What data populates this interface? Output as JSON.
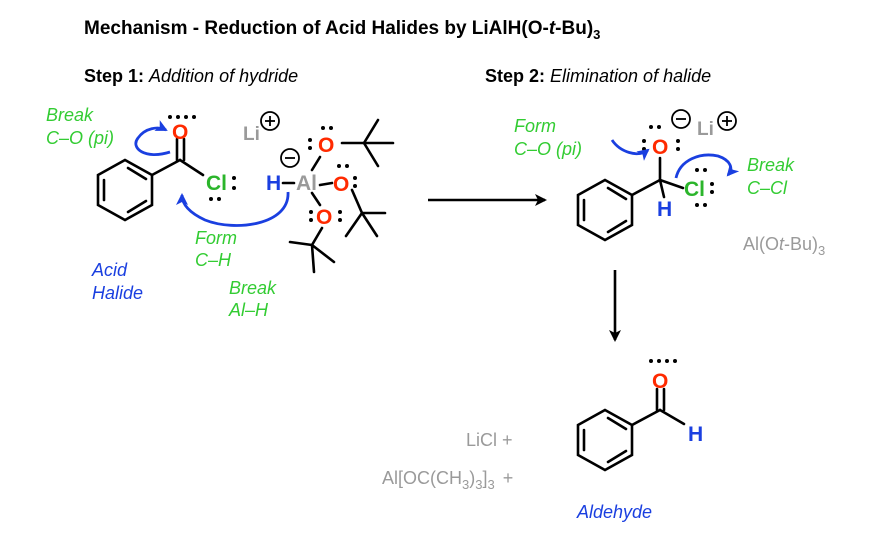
{
  "title": {
    "text": "Mechanism - Reduction of Acid Halides by LiAlH(O-",
    "t": "t",
    "tail": "-Bu)",
    "sub": "3"
  },
  "step1": {
    "label": "Step 1:",
    "desc": "Addition of hydride"
  },
  "step2": {
    "label": "Step 2:",
    "desc": "Elimination of halide"
  },
  "labels": {
    "break_co": [
      "Break",
      "C–O (pi)"
    ],
    "form_ch": [
      "Form",
      "C–H"
    ],
    "break_alh": [
      "Break",
      "Al–H"
    ],
    "acid_halide": [
      "Acid",
      "Halide"
    ],
    "form_co": [
      "Form",
      "C–O (pi)"
    ],
    "break_ccl": [
      "Break",
      "C–Cl"
    ],
    "aldehyde": "Aldehyde",
    "al_otbu_a": "Al(O",
    "al_otbu_t": "t",
    "al_otbu_b": "-Bu)",
    "al_otbu_sub": "3",
    "licl": "LiCl  +",
    "al_oc_a": "Al[OC(CH",
    "al_oc_s1": "3",
    "al_oc_b": ")",
    "al_oc_s2": "3",
    "al_oc_c": "]",
    "al_oc_s3": "3",
    "al_oc_plus": "+"
  },
  "atoms": {
    "O": "O",
    "Cl": "Cl",
    "H": "H",
    "Al": "Al",
    "Li": "Li",
    "minus": "−",
    "plus": "+"
  },
  "colors": {
    "green": "#33cc33",
    "blue": "#1a3fe0",
    "red": "#ff2a00",
    "grey": "#9a9a9a",
    "chlorine": "#2bb52b"
  }
}
